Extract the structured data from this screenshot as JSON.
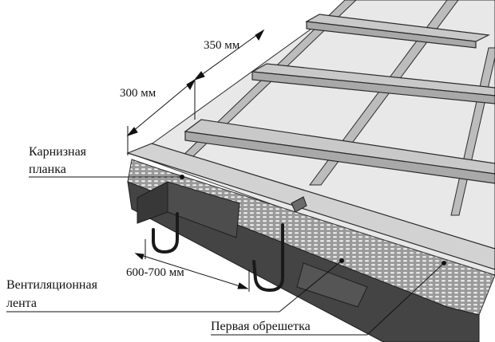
{
  "labels": {
    "dim_350": "350 мм",
    "dim_300": "300 мм",
    "eave_line1": "Карнизная",
    "eave_line2": "планка",
    "dim_hooks": "600-700 мм",
    "vent_line1": "Вентиляционная",
    "vent_line2": "лента",
    "first_batten": "Первая обрешетка"
  },
  "colors": {
    "background": "#ffffff",
    "membrane": "#e6e6e6",
    "batten": "#c4c4c4",
    "outline": "#2b2b2b",
    "eave_strip": "#3e3e3e",
    "vent_tape": "#a8a8a8",
    "hook": "#1a1a1a"
  }
}
